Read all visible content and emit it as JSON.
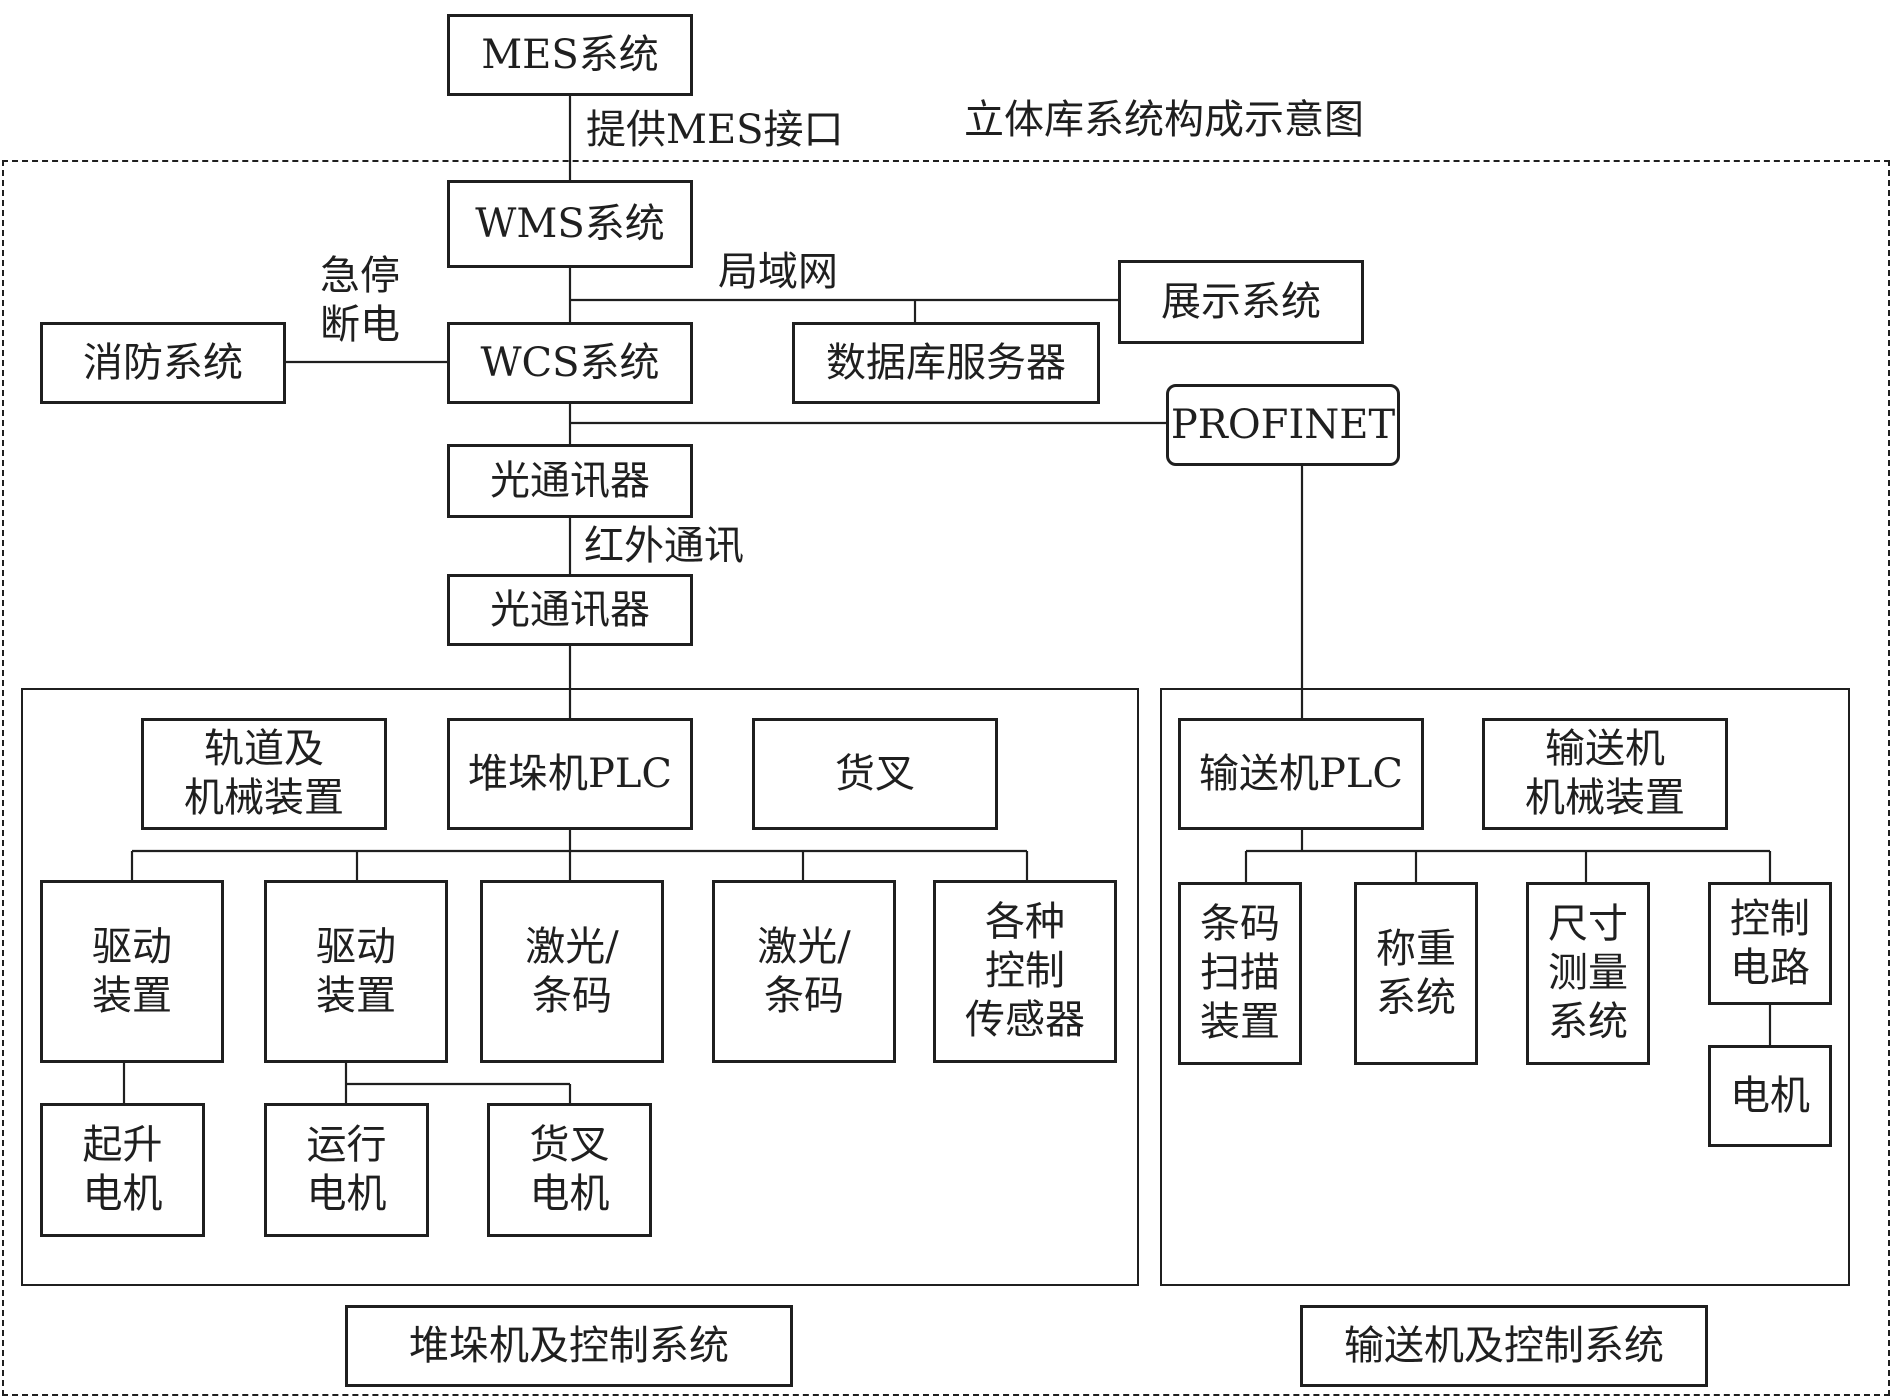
{
  "diagram": {
    "title": "立体库系统构成示意图",
    "line_color": "#1f1f1f",
    "edge_labels": {
      "mes_interface": "提供MES接口",
      "estop": "急停\n断电",
      "lan": "局域网",
      "infrared": "红外通讯"
    },
    "nodes": {
      "mes": "MES系统",
      "wms": "WMS系统",
      "wcs": "WCS系统",
      "fire": "消防系统",
      "display": "展示系统",
      "db_server": "数据库服务器",
      "profinet": "PROFINET",
      "optical_comm_1": "光通讯器",
      "optical_comm_2": "光通讯器",
      "rail_mech": "轨道及\n机械装置",
      "stacker_plc": "堆垛机PLC",
      "fork": "货叉",
      "drive_1": "驱动\n装置",
      "drive_2": "驱动\n装置",
      "laser_1": "激光/\n条码",
      "laser_2": "激光/\n条码",
      "sensors": "各种\n控制\n传感器",
      "lift_motor": "起升\n电机",
      "travel_motor": "运行\n电机",
      "fork_motor": "货叉\n电机",
      "conveyor_plc": "输送机PLC",
      "conveyor_mech": "输送机\n机械装置",
      "barcode_scan": "条码\n扫描\n装置",
      "weighing": "称重\n系统",
      "dimension": "尺寸\n测量\n系统",
      "control_circuit": "控制\n电路",
      "motor": "电机"
    },
    "group_labels": {
      "stacker_system": "堆垛机及控制系统",
      "conveyor_system": "输送机及控制系统"
    }
  }
}
